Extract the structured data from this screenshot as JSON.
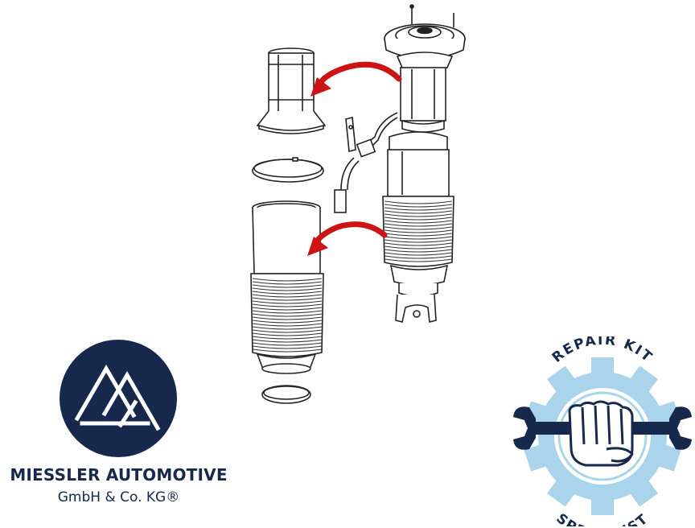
{
  "brand": {
    "name": "MIESSLER AUTOMOTIVE",
    "subtitle": "GmbH & Co. KG®",
    "navy": "#16294c"
  },
  "badge": {
    "top_text": "REPAIR KIT",
    "bottom_text": "SPECIALIST",
    "gear_color": "#a9d4ec",
    "wrench_color": "#16294c"
  },
  "diagram": {
    "arrow_color": "#cc1414",
    "line_color": "#222222"
  }
}
